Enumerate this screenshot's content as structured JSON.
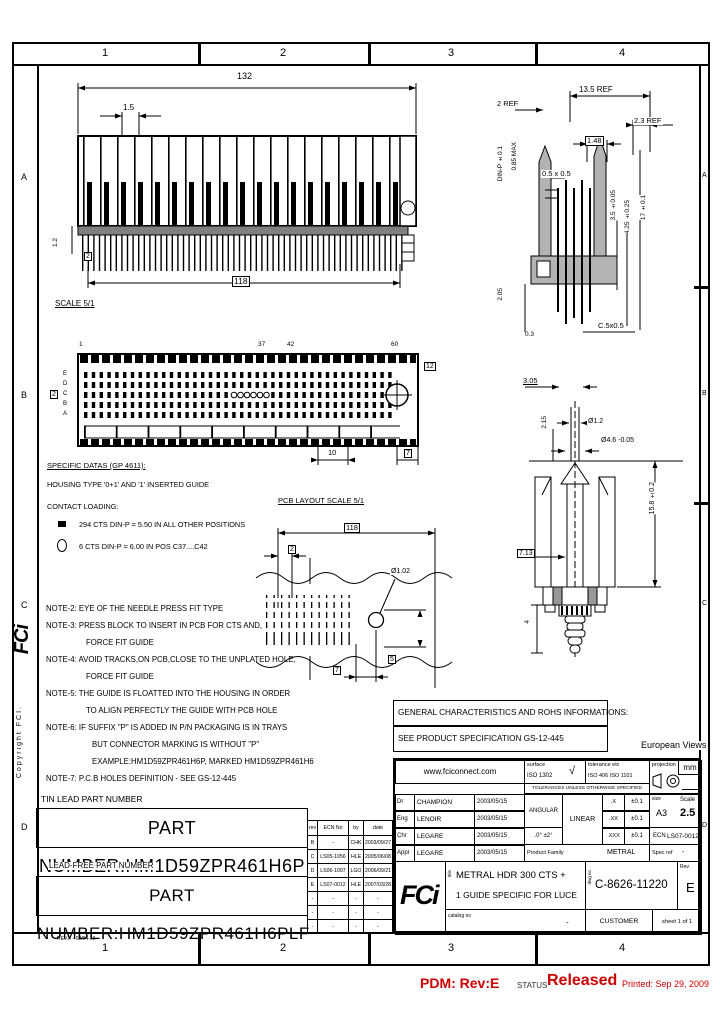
{
  "frame": {
    "zones": [
      "1",
      "2",
      "3",
      "4"
    ],
    "rows": [
      "A",
      "B",
      "C",
      "D"
    ],
    "copyright": "Copyright FCI.",
    "logo": "FCi",
    "form_rev": "REV.F - 02/04-10"
  },
  "front": {
    "d132": "132",
    "d15": "1.5",
    "d118": "118",
    "b2": "2",
    "d12": "1.2",
    "scale": "SCALE 5/1"
  },
  "side": {
    "ref135": "13.5 REF",
    "ref2": "2 REF",
    "ref23": "2.3 REF",
    "b148": "1.48",
    "sq": "0.5 x 0.5",
    "dinp": "DIN-P ±0.1",
    "max": "0.85 MAX",
    "d35": "3.5 ±0.05",
    "d425": "4.25 ±0.25",
    "d17": "17 ±0.1",
    "d205": "2.05",
    "cham": "C.5x0.5",
    "d03": "0.3"
  },
  "plan": {
    "p1": "1",
    "p37": "37",
    "p42": "42",
    "p60": "60",
    "rows": [
      "E",
      "D",
      "C",
      "B",
      "A"
    ],
    "d10": "10",
    "b7": "7",
    "b12": "12",
    "b2": "2"
  },
  "pcb": {
    "title": "PCB LAYOUT SCALE 5/1",
    "b118": "118",
    "b2": "2",
    "dia": "Ø1.02",
    "b5": "5",
    "b7": "7"
  },
  "guide": {
    "d305": "3.05",
    "d215": "2.15",
    "dia12": "Ø1.2",
    "dia46": "Ø4.6 -0.05",
    "d158": "15.8 ±0.2",
    "b713": "7.13",
    "d4": "4"
  },
  "specific": {
    "title": "SPECIFIC DATAS (GP 4611):",
    "housing": "HOUSING TYPE '0+1' AND '1' INSERTED GUIDE",
    "loading": "CONTACT LOADING:",
    "load1": "294 CTS DIN-P = 5.50 IN ALL OTHER POSITIONS",
    "load2": "6 CTS DIN-P = 6.00 IN POS C37....C42"
  },
  "notes": {
    "lines": [
      "NOTE-2: EYE OF THE NEEDLE PRESS FIT TYPE",
      "NOTE-3: PRESS BLOCK TO INSERT IN PCB FOR CTS AND,",
      "FORCE FIT GUIDE",
      "NOTE-4: AVOID TRACKS,ON PCB,CLOSE TO THE UNPLATED HOLE,",
      "FORCE FIT GUIDE",
      "NOTE-5: THE GUIDE IS FLOATTED INTO THE HOUSING IN ORDER",
      "TO ALIGN PERFECTLY THE GUIDE WITH PCB HOLE",
      "NOTE-6: IF SUFFIX \"P\" IS ADDED IN P/N PACKAGING IS IN TRAYS",
      "BUT CONNECTOR MARKING IS WITHOUT \"P\"",
      "EXAMPLE:HM1D59ZPR461H6P, MARKED HM1D59ZPR461H6",
      "NOTE-7: P.C.B HOLES DEFINITION - SEE GS-12-445"
    ]
  },
  "partnumbers": {
    "tin_label": "TIN LEAD PART NUMBER",
    "tin": "PART NUMBER:HM1D59ZPR461H6P",
    "lf_label": "LEAD-FREE PART NUMBER",
    "lf": "PART NUMBER:HM1D59ZPR461H6PLF"
  },
  "general": {
    "line1": "GENERAL CHARACTERISTICS AND ROHS INFORMATIONS:",
    "line2": "SEE PRODUCT SPECIFICATION GS-12-445",
    "euro": "European Views"
  },
  "revisions": {
    "headers": [
      "rev",
      "ECN No",
      "by",
      "date"
    ],
    "rows": [
      [
        "B",
        "-",
        "CHK",
        "2003/09/27"
      ],
      [
        "C",
        "LS05-1056",
        "HLE",
        "2005/06/08"
      ],
      [
        "D",
        "LS06-1097",
        "LGO",
        "2006/09/21"
      ],
      [
        "E",
        "LS07-0012",
        "HLE",
        "2007/03/28"
      ],
      [
        "-",
        "-",
        "-",
        "-"
      ],
      [
        "-",
        "-",
        "-",
        "-"
      ],
      [
        "-",
        "-",
        "-",
        "-"
      ]
    ]
  },
  "titleblock": {
    "website": "www.fciconnect.com",
    "surface_label": "surface",
    "surface_std": "ISO 1302",
    "surface_mark": "√",
    "tol_label": "tolerance etc",
    "tol_std": "ISO 406 ISO 1101",
    "tol_note": "TOLERANCES UNLESS OTHERWISE SPECIFIED",
    "proj_label": "projection",
    "units": "mm",
    "signs": [
      {
        "role": "Dr",
        "name": "CHAMPION",
        "date": "2003/05/15"
      },
      {
        "role": "Eng",
        "name": "LENOIR",
        "date": "2003/05/15"
      },
      {
        "role": "Chr",
        "name": "LEGARE",
        "date": "2003/05/15"
      },
      {
        "role": "Appr",
        "name": "LEGARE",
        "date": "2003/05/15"
      }
    ],
    "angular_label": "ANGULAR",
    "angular_tol": ".0° ±2°",
    "linear_label": "LINEAR",
    "lin": [
      {
        "k": ".X",
        "v": "±0.1"
      },
      {
        "k": ".XX",
        "v": "±0.1"
      },
      {
        "k": ".XXX",
        "v": "±0.1"
      }
    ],
    "size_label": "size",
    "size": "A3",
    "scale_label": "Scale",
    "scale": "2.5",
    "ecn_label": "ECN",
    "ecn": "LS07-0012",
    "family_label": "Product Family",
    "family": "METRAL",
    "spec_label": "Spec ref",
    "spec": "-",
    "logo": "FCi",
    "title_label": "title",
    "title1": "METRAL HDR 300 CTS +",
    "title2": "1 GUIDE SPECIFIC FOR LUCE",
    "dwg_label": "dwg no",
    "dwg": "C-8626-11220",
    "rev_label": "Rev.",
    "rev": "E",
    "catalog_label": "catalog no",
    "catalog": "-",
    "customer": "CUSTOMER",
    "sheet": "sheet 1 of 1"
  },
  "status": {
    "pdm": "PDM: Rev:E",
    "status_label": "STATUS",
    "released": "Released",
    "printed": "Printed: Sep 29, 2009",
    "accent_red": "#cc0000"
  }
}
